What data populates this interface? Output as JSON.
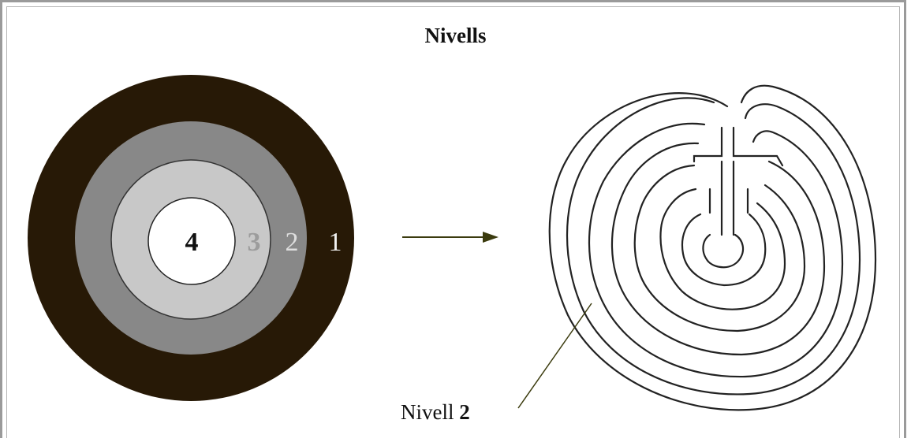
{
  "title": "Nivells",
  "levels": [
    {
      "label": "1",
      "color": "#271906",
      "text_color": "#f2f2f2"
    },
    {
      "label": "2",
      "color": "#888888",
      "text_color": "#dedede"
    },
    {
      "label": "3",
      "color": "#c8c8c8",
      "text_color": "#9c9c9c"
    },
    {
      "label": "4",
      "color": "#ffffff",
      "text_color": "#111111"
    }
  ],
  "caption": {
    "prefix": "Nivell",
    "number": "2"
  },
  "colors": {
    "arrow": "#3b3b0e",
    "maze_line": "#222222",
    "frame": "#9a9a9a"
  }
}
